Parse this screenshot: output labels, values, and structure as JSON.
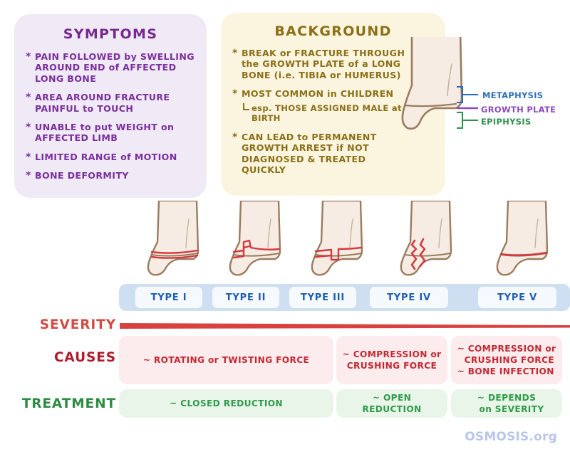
{
  "symptoms": {
    "title": "SYMPTOMS",
    "items": [
      "PAIN FOLLOWED by SWELLING AROUND END of AFFECTED LONG BONE",
      "AREA AROUND FRACTURE PAINFUL to TOUCH",
      "UNABLE to put WEIGHT on AFFECTED LIMB",
      "LIMITED RANGE of MOTION",
      "BONE DEFORMITY"
    ],
    "accent_color": "#76288f",
    "panel_color": "#efeaf5"
  },
  "background": {
    "title": "BACKGROUND",
    "items": [
      "BREAK or FRACTURE THROUGH the GROWTH PLATE of a LONG BONE (i.e. TIBIA or HUMERUS)",
      "MOST COMMON in CHILDREN",
      "CAN LEAD to PERMANENT GROWTH ARREST if NOT DIAGNOSED & TREATED QUICKLY"
    ],
    "sub_note": "esp. THOSE ASSIGNED MALE at BIRTH",
    "accent_color": "#8b7016",
    "panel_color": "#fbf5e0"
  },
  "anatomy": {
    "labels": [
      {
        "text": "METAPHYSIS",
        "color": "#2b6cb8"
      },
      {
        "text": "GROWTH PLATE",
        "color": "#8a4bbf"
      },
      {
        "text": "EPIPHYSIS",
        "color": "#2f8f4e"
      }
    ]
  },
  "types": {
    "bar_color": "#cfdff2",
    "chip_text_color": "#1a5fb4",
    "labels": [
      "TYPE I",
      "TYPE II",
      "TYPE III",
      "TYPE IV",
      "TYPE V"
    ]
  },
  "rows": {
    "severity": {
      "label": "SEVERITY",
      "color": "#d44a45",
      "bar_color": "#d9413f"
    },
    "causes": {
      "label": "CAUSES",
      "color": "#b3192b",
      "cell_bg": "#fdeced",
      "cell_text": "#c22a33",
      "cells": [
        {
          "lines": [
            "~ ROTATING or TWISTING FORCE"
          ],
          "align": "center"
        },
        {
          "lines": [
            "~ COMPRESSION or",
            "CRUSHING FORCE"
          ],
          "align": "center"
        },
        {
          "lines": [
            "~ COMPRESSION or",
            "CRUSHING FORCE",
            "~ BONE INFECTION"
          ],
          "align": "left"
        }
      ]
    },
    "treatment": {
      "label": "TREATMENT",
      "color": "#2e8b43",
      "cell_bg": "#eaf5ea",
      "cell_text": "#2e9b48",
      "cells": [
        {
          "lines": [
            "~ CLOSED REDUCTION"
          ],
          "align": "center"
        },
        {
          "lines": [
            "~ OPEN REDUCTION"
          ],
          "align": "center"
        },
        {
          "lines": [
            "~ DEPENDS",
            "on SEVERITY"
          ],
          "align": "center"
        }
      ]
    }
  },
  "logo": {
    "text": "OSMOSIS.org",
    "color": "#b9c6ea"
  }
}
